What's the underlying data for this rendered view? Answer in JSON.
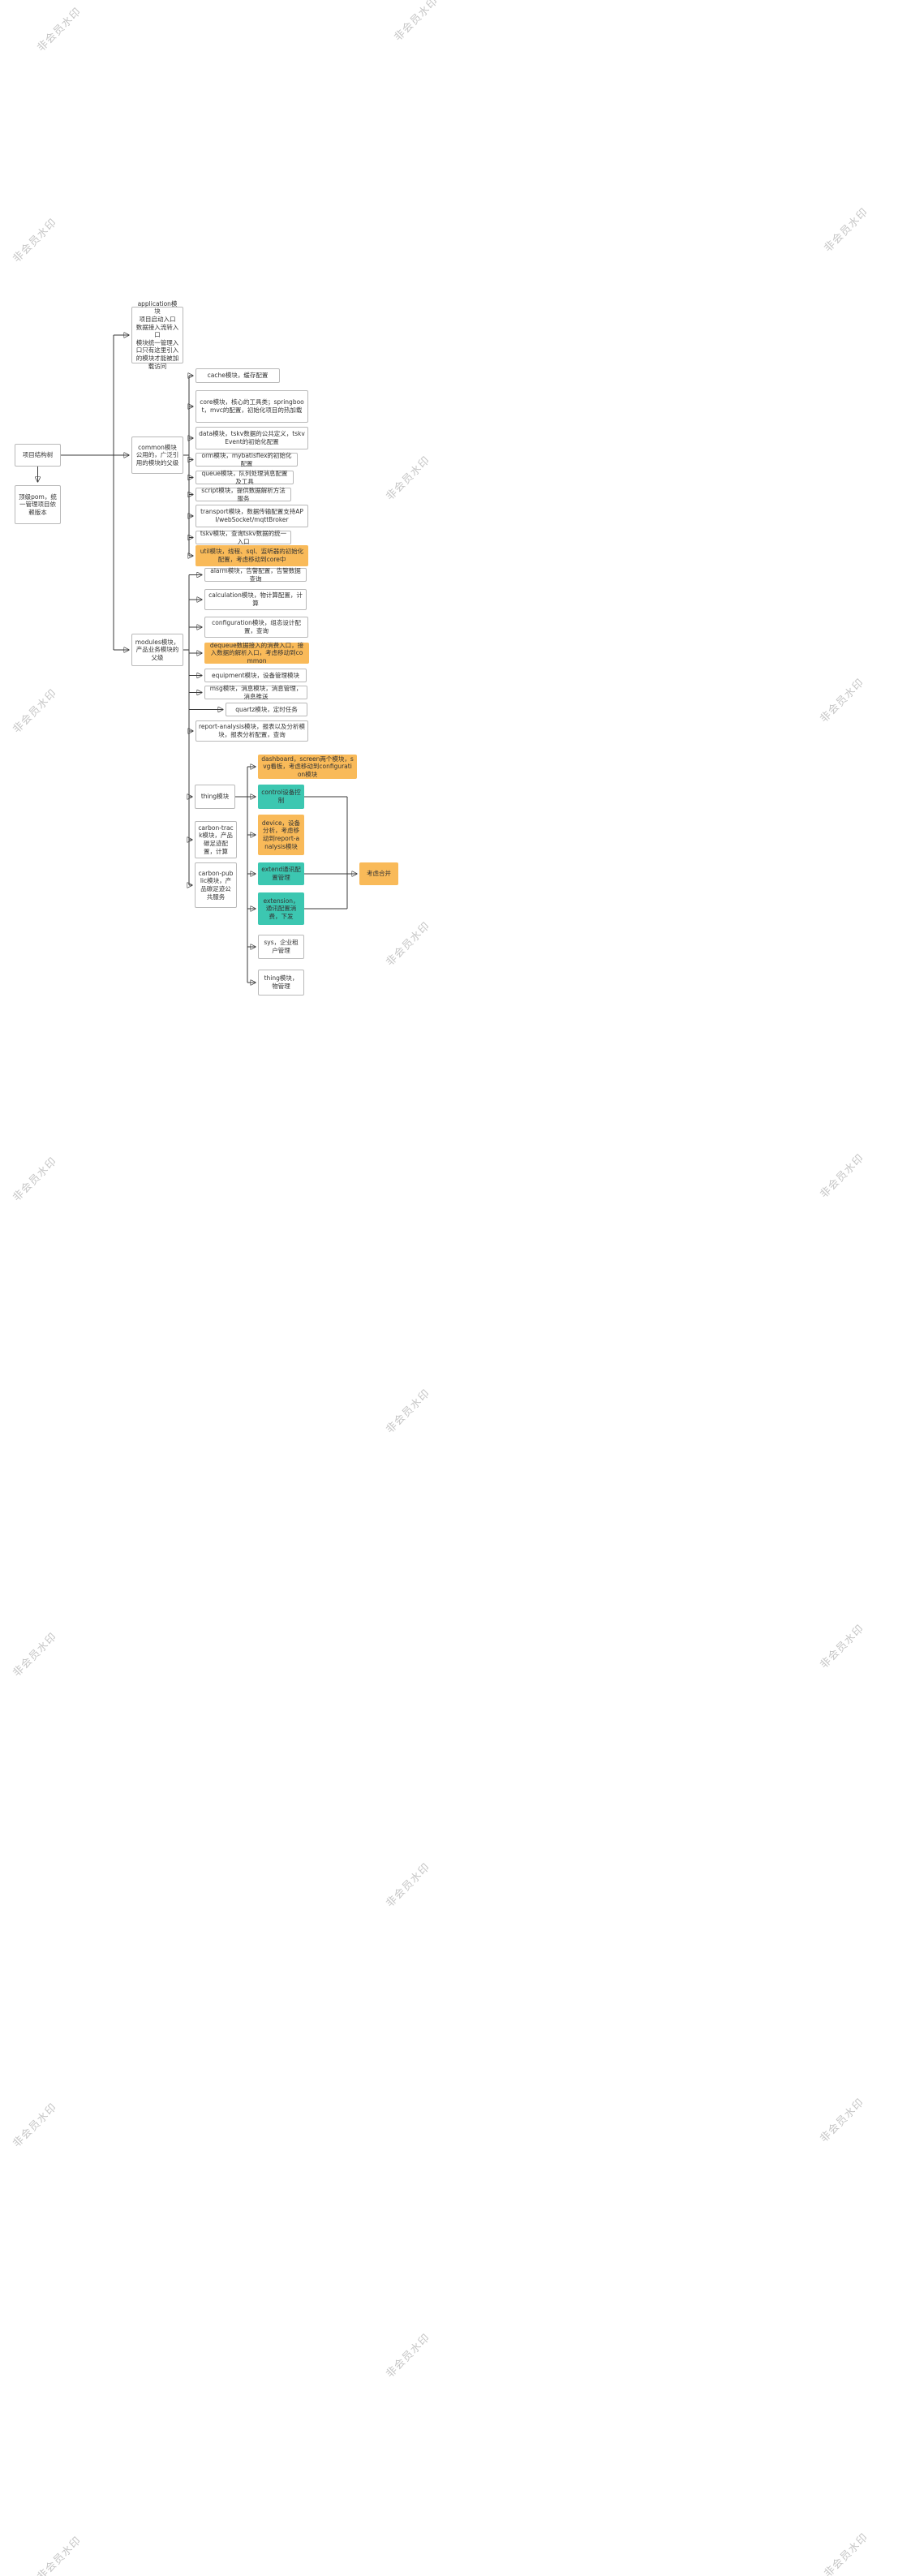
{
  "watermark": {
    "text": "非会员水印"
  },
  "colors": {
    "highlight_orange": "#F9BA59",
    "highlight_teal": "#3CC7B1",
    "node_border": "#B9B9B9",
    "connector": "#3A3A3A"
  },
  "tree": {
    "root": {
      "label": "项目结构树"
    },
    "pom": {
      "label": "顶级pom，统一管理项目依赖版本"
    },
    "application": {
      "label": "application模块\n项目启动入口\n数据接入流转入口\n模块统一管理入口只有这里引入的模块才能被加载访问"
    },
    "common": {
      "label": "common模块\n公用的，广泛引用的模块的父级"
    },
    "modules": {
      "label": "modules模块，产品业务模块的父级"
    },
    "cache": {
      "label": "cache模块，缓存配置"
    },
    "core": {
      "label": "core模块，核心的工具类；springboot，mvc的配置，初始化项目的热加载"
    },
    "data": {
      "label": "data模块，tskv数据的公共定义，tskvEvent的初始化配置"
    },
    "orm": {
      "label": "orm模块，mybatisflex的初始化配置"
    },
    "queue": {
      "label": "queue模块，队列处理消息配置及工具"
    },
    "script": {
      "label": "script模块，提供数据解析方法服务"
    },
    "transport": {
      "label": "transport模块，数据传输配置支持API/webSocket/mqttBroker"
    },
    "tskv": {
      "label": "tskv模块，查询tskv数据的统一入口"
    },
    "util": {
      "label": "util模块，线程、sql、监听器的初始化配置，考虑移动到core中"
    },
    "alarm": {
      "label": "alarm模块，告警配置，告警数据查询"
    },
    "calculation": {
      "label": "calculation模块，物计算配置，计算"
    },
    "configuration": {
      "label": "configuration模块，组态设计配置，查询"
    },
    "dequeue": {
      "label": "dequeue数据接入的消费入口，接入数据的解析入口，考虑移动到common"
    },
    "equipment": {
      "label": "equipment模块，设备管理模块"
    },
    "msg": {
      "label": "msg模块，消息模块，消息管理，消息推送"
    },
    "quartz": {
      "label": "quartz模块，定时任务"
    },
    "report_analysis": {
      "label": "report-analysis模块，报表以及分析模块，报表分析配置，查询"
    },
    "thing": {
      "label": "thing模块"
    },
    "carbon_track": {
      "label": "carbon-track模块，产品碳足迹配置，计算"
    },
    "carbon_public": {
      "label": "carbon-public模块，产品碳足迹公共服务"
    },
    "dashboard": {
      "label": "dashboard，screen两个模块，svg看板，考虑移动到configuration模块"
    },
    "control": {
      "label": "control设备控制"
    },
    "device": {
      "label": "device，设备分析，考虑移动到report-analysis模块"
    },
    "extend": {
      "label": "extend通讯配置管理"
    },
    "extension": {
      "label": "extension，通讯配置消费，下发"
    },
    "sys": {
      "label": "sys，企业租户管理"
    },
    "thing_manage": {
      "label": "thing模块，物管理"
    },
    "merge": {
      "label": "考虑合并"
    }
  }
}
